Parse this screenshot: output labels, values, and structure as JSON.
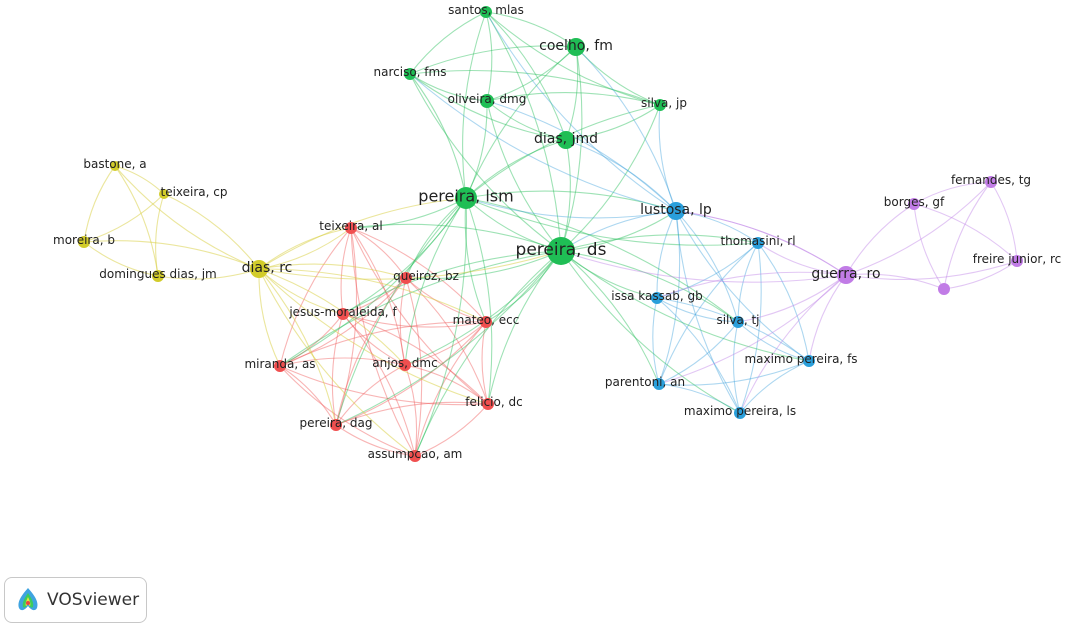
{
  "colors": {
    "red": "#f04f4f",
    "green": "#1fbe55",
    "blue": "#2a9fdb",
    "yellow": "#d2cc2a",
    "purple": "#c17ce6"
  },
  "nodes": [
    {
      "id": "santos-mlas",
      "label": "santos, mlas",
      "cluster": "green"
    },
    {
      "id": "coelho-fm",
      "label": "coelho, fm",
      "cluster": "green"
    },
    {
      "id": "narciso-fms",
      "label": "narciso, fms",
      "cluster": "green"
    },
    {
      "id": "oliveira-dmg",
      "label": "oliveira, dmg",
      "cluster": "green"
    },
    {
      "id": "silva-jp",
      "label": "silva, jp",
      "cluster": "green"
    },
    {
      "id": "dias-jmd",
      "label": "dias, jmd",
      "cluster": "green"
    },
    {
      "id": "pereira-lsm",
      "label": "pereira, lsm",
      "cluster": "green"
    },
    {
      "id": "pereira-ds",
      "label": "pereira, ds",
      "cluster": "green"
    },
    {
      "id": "bastone-a",
      "label": "bastone, a",
      "cluster": "yellow"
    },
    {
      "id": "teixeira-cp",
      "label": "teixeira, cp",
      "cluster": "yellow"
    },
    {
      "id": "moreira-b",
      "label": "moreira, b",
      "cluster": "yellow"
    },
    {
      "id": "domingues-dias-jm",
      "label": "domingues dias, jm",
      "cluster": "yellow"
    },
    {
      "id": "dias-rc",
      "label": "dias, rc",
      "cluster": "yellow"
    },
    {
      "id": "teixeira-al",
      "label": "teixeira, al",
      "cluster": "red"
    },
    {
      "id": "queiroz-bz",
      "label": "queiroz, bz",
      "cluster": "red"
    },
    {
      "id": "jesus-moraleida-f",
      "label": "jesus-moraleida, f",
      "cluster": "red"
    },
    {
      "id": "mateo-ecc",
      "label": "mateo, ecc",
      "cluster": "red"
    },
    {
      "id": "miranda-as",
      "label": "miranda, as",
      "cluster": "red"
    },
    {
      "id": "anjos-dmc",
      "label": "anjos, dmc",
      "cluster": "red"
    },
    {
      "id": "felicio-dc",
      "label": "felicio, dc",
      "cluster": "red"
    },
    {
      "id": "pereira-dag",
      "label": "pereira, dag",
      "cluster": "red"
    },
    {
      "id": "assumpcao-am",
      "label": "assumpcao, am",
      "cluster": "red"
    },
    {
      "id": "lustosa-lp",
      "label": "lustosa, lp",
      "cluster": "blue"
    },
    {
      "id": "thomasini-rl",
      "label": "thomasini, rl",
      "cluster": "blue"
    },
    {
      "id": "issa-kassab-gb",
      "label": "issa kassab, gb",
      "cluster": "blue"
    },
    {
      "id": "silva-tj",
      "label": "silva, tj",
      "cluster": "blue"
    },
    {
      "id": "maximo-pereira-fs",
      "label": "maximo pereira, fs",
      "cluster": "blue"
    },
    {
      "id": "parentoni-an",
      "label": "parentoni, an",
      "cluster": "blue"
    },
    {
      "id": "maximo-pereira-ls",
      "label": "maximo pereira, ls",
      "cluster": "blue"
    },
    {
      "id": "guerra-ro",
      "label": "guerra, ro",
      "cluster": "purple"
    },
    {
      "id": "fernandes-tg",
      "label": "fernandes, tg",
      "cluster": "purple"
    },
    {
      "id": "borges-gf",
      "label": "borges, gf",
      "cluster": "purple"
    },
    {
      "id": "freire-junior-rc",
      "label": "freire junior, rc",
      "cluster": "purple"
    },
    {
      "id": "unlabeled-purple",
      "label": "",
      "cluster": "purple"
    }
  ],
  "badge": {
    "label": "VOSviewer",
    "icon": "vosviewer-logo-icon"
  }
}
